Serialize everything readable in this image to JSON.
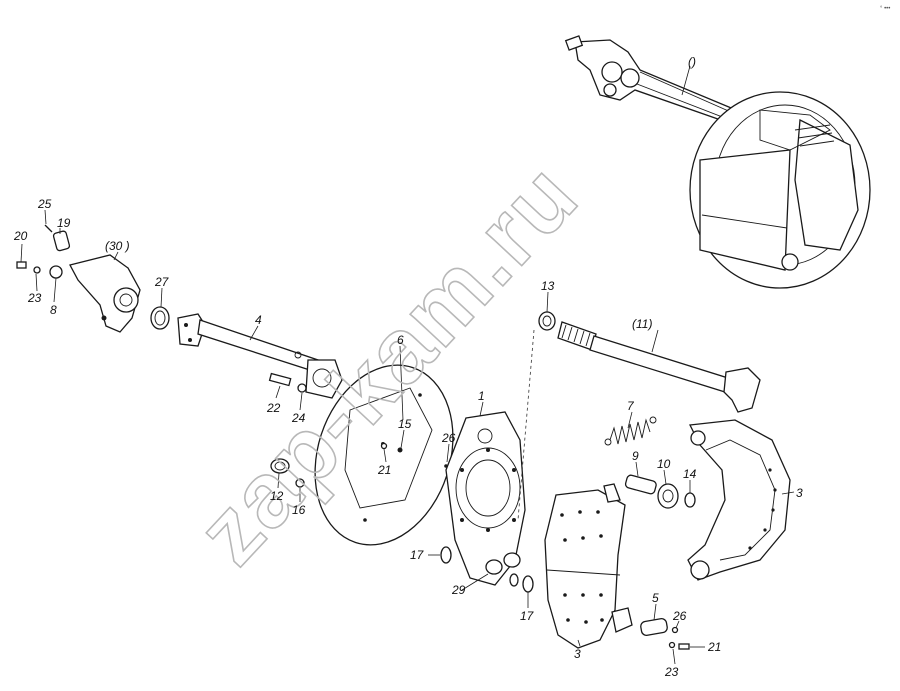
{
  "watermark": "zap-kam.ru",
  "corner_mark": "° •••",
  "callouts": [
    {
      "id": "c-empty",
      "text": "()"
    },
    {
      "id": "c-25",
      "text": "25"
    },
    {
      "id": "c-19",
      "text": "19"
    },
    {
      "id": "c-20",
      "text": "20"
    },
    {
      "id": "c-30",
      "text": "(30 )"
    },
    {
      "id": "c-23a",
      "text": "23"
    },
    {
      "id": "c-8",
      "text": "8"
    },
    {
      "id": "c-27",
      "text": "27"
    },
    {
      "id": "c-4",
      "text": "4"
    },
    {
      "id": "c-13",
      "text": "13"
    },
    {
      "id": "c-11",
      "text": "(11)"
    },
    {
      "id": "c-6",
      "text": "6"
    },
    {
      "id": "c-22",
      "text": "22"
    },
    {
      "id": "c-24",
      "text": "24"
    },
    {
      "id": "c-15",
      "text": "15"
    },
    {
      "id": "c-1",
      "text": "1"
    },
    {
      "id": "c-7",
      "text": "7"
    },
    {
      "id": "c-26a",
      "text": "26"
    },
    {
      "id": "c-21a",
      "text": "21"
    },
    {
      "id": "c-9",
      "text": "9"
    },
    {
      "id": "c-10",
      "text": "10"
    },
    {
      "id": "c-14",
      "text": "14"
    },
    {
      "id": "c-3a",
      "text": "3"
    },
    {
      "id": "c-12",
      "text": "12"
    },
    {
      "id": "c-16",
      "text": "16"
    },
    {
      "id": "c-17a",
      "text": "17"
    },
    {
      "id": "c-29",
      "text": "29"
    },
    {
      "id": "c-17b",
      "text": "17"
    },
    {
      "id": "c-5",
      "text": "5"
    },
    {
      "id": "c-26b",
      "text": "26"
    },
    {
      "id": "c-21b",
      "text": "21"
    },
    {
      "id": "c-3b",
      "text": "3"
    },
    {
      "id": "c-23b",
      "text": "23"
    }
  ]
}
